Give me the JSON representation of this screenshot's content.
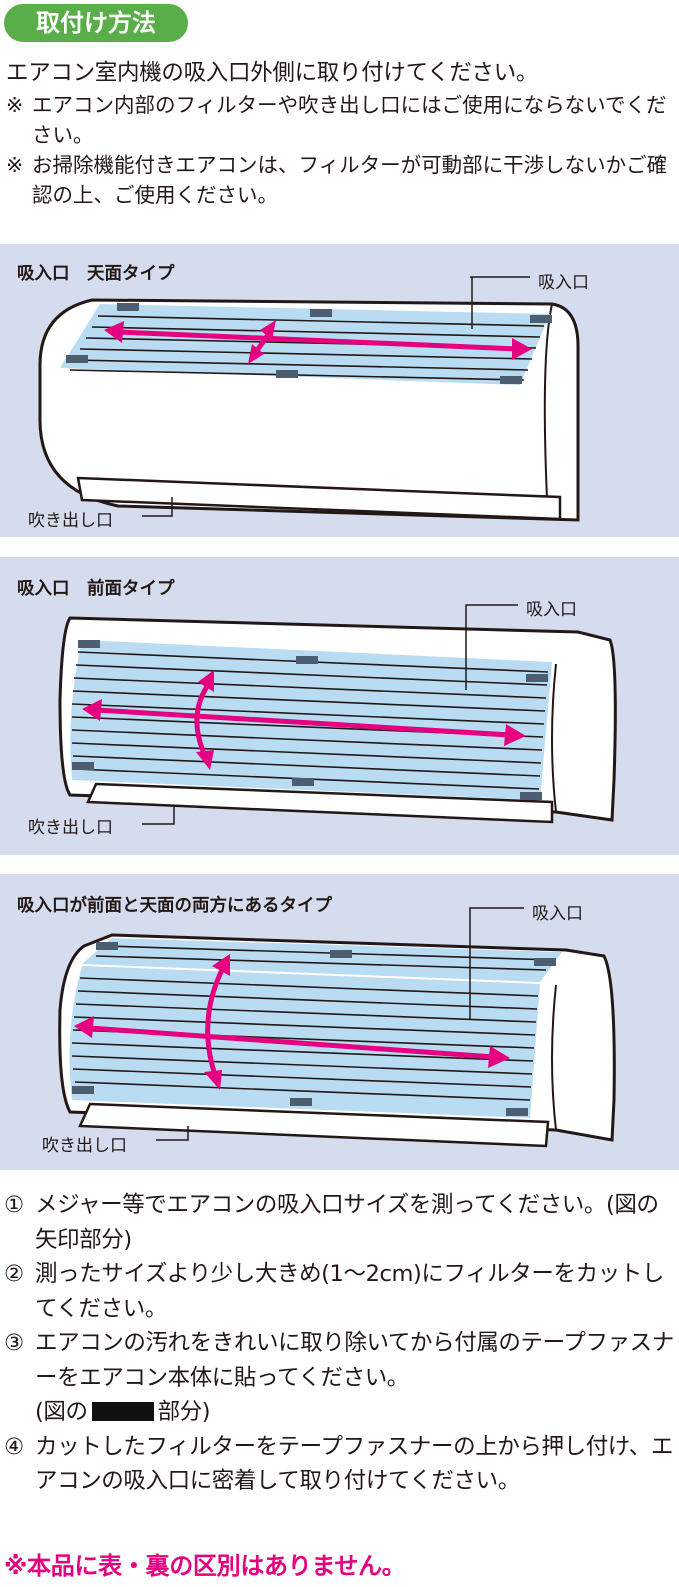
{
  "header": {
    "badge": "取付け方法"
  },
  "intro": {
    "lead": "エアコン室内機の吸入口外側に取り付けてください。",
    "notes": [
      {
        "mark": "※",
        "text": "エアコン内部のフィルターや吹き出し口にはご使用にならないでください。"
      },
      {
        "mark": "※",
        "text": "お掃除機能付きエアコンは、フィルターが可動部に干渉しないかご確認の上、ご使用ください。"
      }
    ]
  },
  "panels": [
    {
      "title": "吸入口　天面タイプ",
      "intake_label": "吸入口",
      "outlet_label": "吹き出し口"
    },
    {
      "title": "吸入口　前面タイプ",
      "intake_label": "吸入口",
      "outlet_label": "吹き出し口"
    },
    {
      "title": "吸入口が前面と天面の両方にあるタイプ",
      "intake_label": "吸入口",
      "outlet_label": "吹き出し口"
    }
  ],
  "steps": [
    {
      "num": "①",
      "text": "メジャー等でエアコンの吸入口サイズを測ってください。(図の矢印部分)"
    },
    {
      "num": "②",
      "text": "測ったサイズより少し大きめ(1〜2cm)にフィルターをカットしてください。"
    },
    {
      "num": "③",
      "text": "エアコンの汚れをきれいに取り除いてから付属のテープファスナーをエアコン本体に貼ってください。",
      "ref_prefix": "(図の",
      "ref_suffix": "部分)"
    },
    {
      "num": "④",
      "text": "カットしたフィルターをテープファスナーの上から押し付け、エアコンの吸入口に密着して取り付けてください。"
    }
  ],
  "footer": {
    "note": "※本品に表・裏の区別はありません。"
  },
  "colors": {
    "badge_green": "#5aae4a",
    "panel_bg": "#d4dcee",
    "filter_blue": "#b9dcf3",
    "arrow_magenta": "#e4007f",
    "tape_black": "#111111"
  },
  "icons": [
    "double-arrow-icon",
    "tape-fastener-icon"
  ]
}
